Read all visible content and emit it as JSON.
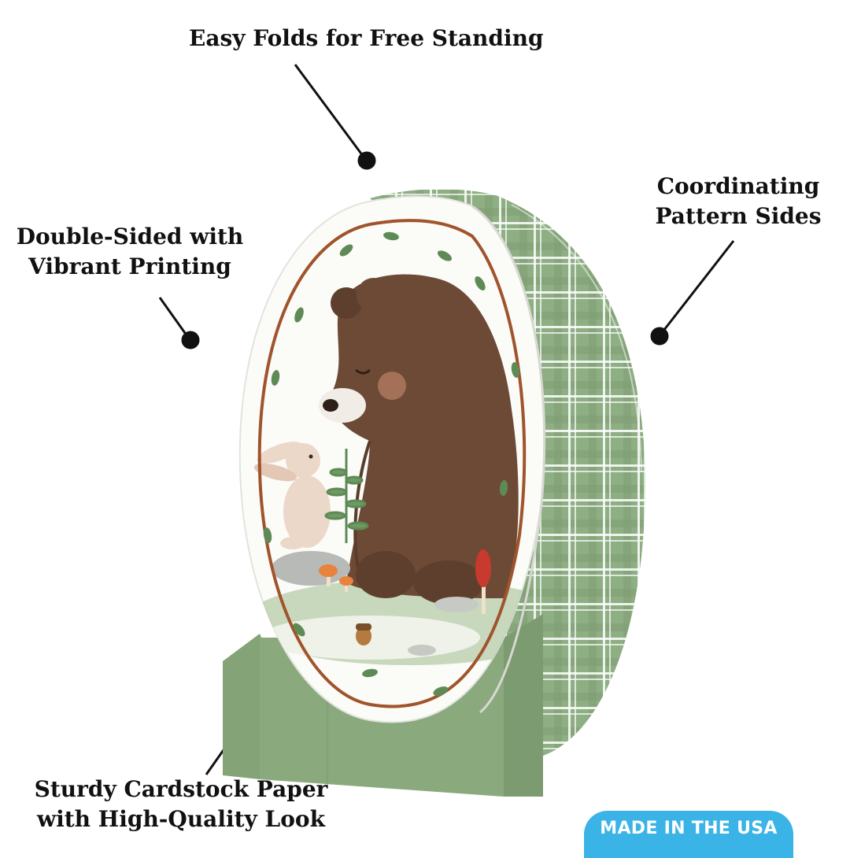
{
  "callouts": {
    "top": {
      "line1": "Easy Folds for Free Standing"
    },
    "left": {
      "line1": "Double-Sided with",
      "line2": "Vibrant Printing"
    },
    "right": {
      "line1": "Coordinating",
      "line2": "Pattern Sides"
    },
    "bottom": {
      "line1": "Sturdy Cardstock Paper",
      "line2": "with High-Quality Look"
    }
  },
  "badge": {
    "label": "MADE IN THE USA"
  },
  "colors": {
    "plaid_green": "#8eae83",
    "plaid_dark": "#7f9f74",
    "base_green": "#8aaa7e",
    "bear_brown": "#6d4a35",
    "bunny": "#ecd8c8",
    "badge_blue": "#3ab3e6",
    "frame_brown": "#a0542c",
    "leaf_green": "#5e8a56"
  }
}
